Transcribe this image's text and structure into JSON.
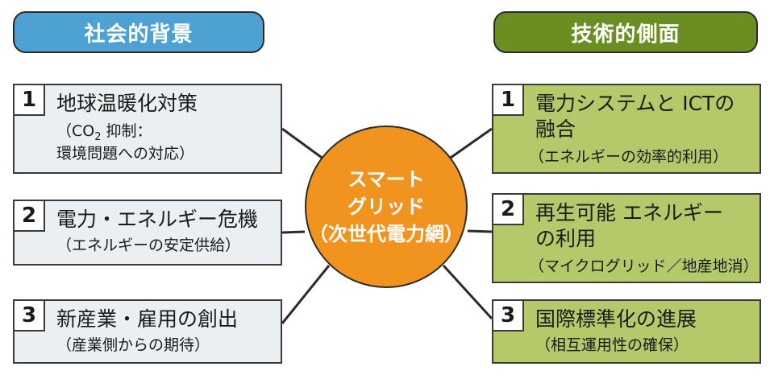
{
  "left_header": "社会的背景",
  "right_header": "技術的側面",
  "center": {
    "line1": "スマート",
    "line2": "グリッド",
    "line3": "（次世代電力網）"
  },
  "left_items": [
    {
      "num": "1",
      "title": "地球温暖化対策",
      "sub1_pre": "（CO",
      "sub1_subscript": "2",
      "sub1_post": " 抑制：",
      "sub2": "環境問題への対応）"
    },
    {
      "num": "2",
      "title": "電力・エネルギー危機",
      "sub1": "（エネルギーの安定供給）"
    },
    {
      "num": "3",
      "title": "新産業・雇用の創出",
      "sub1": "（産業側からの期待）"
    }
  ],
  "right_items": [
    {
      "num": "1",
      "title1": "電力システムと ICTの",
      "title2": "融合",
      "sub1": "（エネルギーの効率的利用）"
    },
    {
      "num": "2",
      "title1": "再生可能 エネルギー",
      "title2": "の利用",
      "sub1": "（マイクログリッド／地産地消）"
    },
    {
      "num": "3",
      "title1": "国際標準化の進展",
      "sub1": "（相互運用性の確保）"
    }
  ],
  "colors": {
    "left_header": "#4ea1d3",
    "right_header": "#6b8e23",
    "left_box": "#eceff1",
    "right_box": "#b5c96a",
    "center": "#f0931f"
  }
}
